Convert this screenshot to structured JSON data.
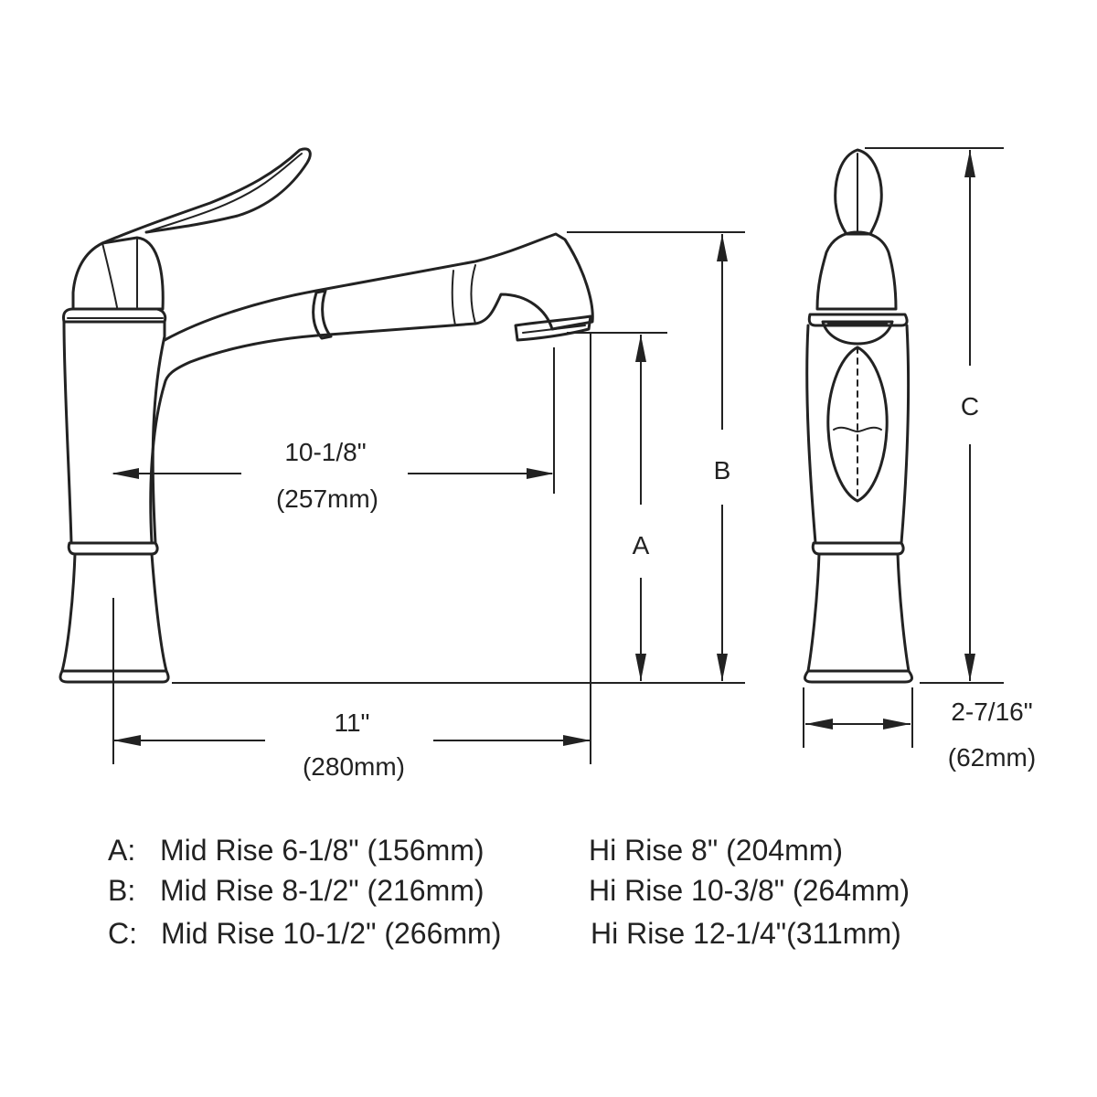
{
  "dimensions": {
    "reach": {
      "inches": "10-1/8\"",
      "mm": "(257mm)"
    },
    "width": {
      "inches": "11\"",
      "mm": "(280mm)"
    },
    "base": {
      "inches": "2-7/16\"",
      "mm": "(62mm)"
    },
    "height_a": "A",
    "height_b": "B",
    "height_c": "C"
  },
  "specs": [
    {
      "label": "A:",
      "mid": "Mid Rise 6-1/8\" (156mm)",
      "hi": "Hi Rise 8\" (204mm)"
    },
    {
      "label": "B:",
      "mid": "Mid Rise 8-1/2\" (216mm)",
      "hi": "Hi Rise 10-3/8\" (264mm)"
    },
    {
      "label": "C:",
      "mid": "Mid Rise 10-1/2\" (266mm)",
      "hi": "Hi Rise 12-1/4\"(311mm)"
    }
  ],
  "colors": {
    "line": "#222222",
    "background": "#ffffff"
  }
}
